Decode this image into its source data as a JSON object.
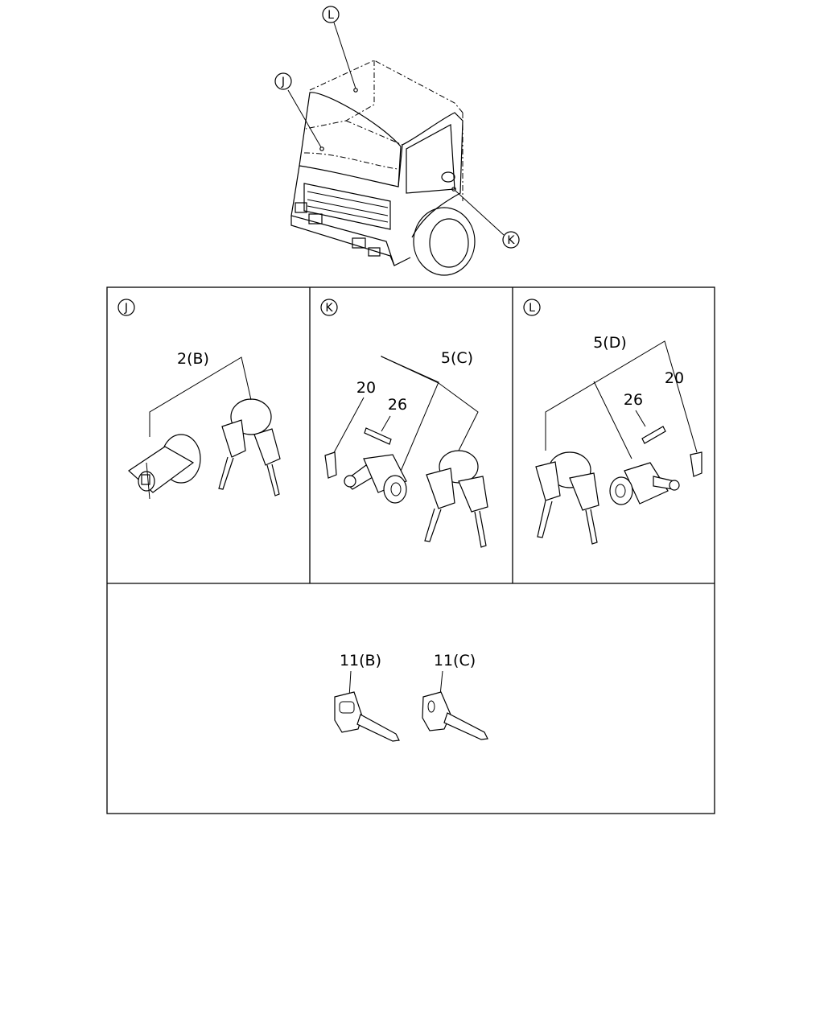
{
  "callouts": {
    "L": "L",
    "J": "J",
    "K": "K"
  },
  "panels": {
    "J": {
      "letter": "J",
      "part_label": "2(B)"
    },
    "K": {
      "letter": "K",
      "part_label": "5(C)",
      "clip_label": "20",
      "screw_label": "26"
    },
    "L": {
      "letter": "L",
      "part_label": "5(D)",
      "clip_label": "20",
      "screw_label": "26"
    },
    "keys": {
      "key_b": "11(B)",
      "key_c": "11(C)"
    }
  }
}
